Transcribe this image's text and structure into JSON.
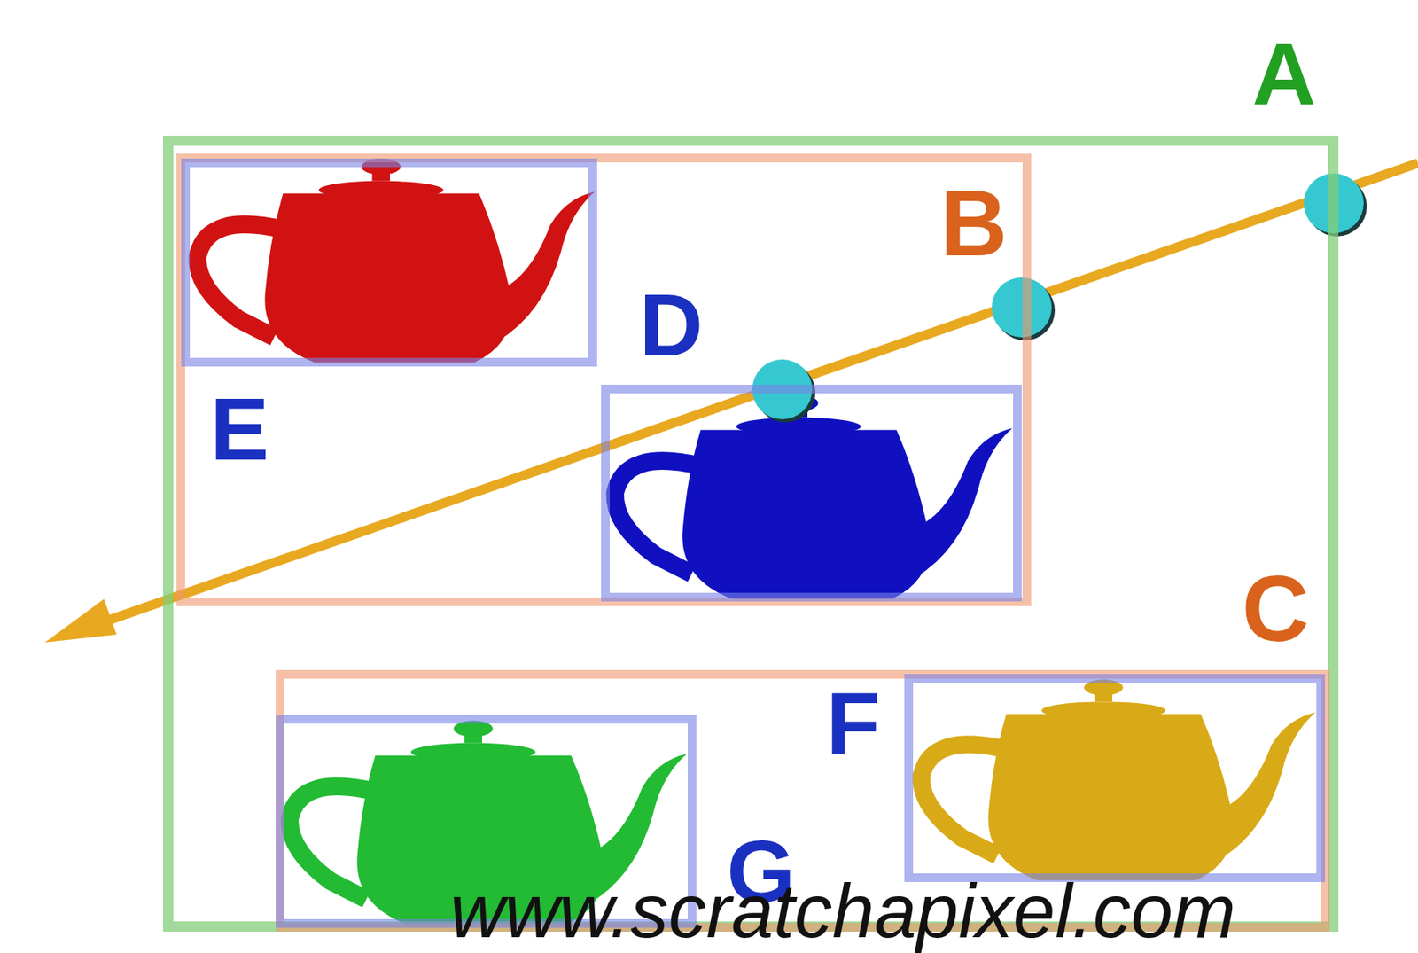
{
  "diagram": {
    "nodes": [
      {
        "text": [
          "A"
        ]
      },
      {
        "text": [
          "B"
        ],
        "in": 0
      },
      {
        "text": [
          "E"
        ],
        "in": 1
      },
      {
        "text": [
          "D"
        ],
        "in": 1
      },
      {
        "text": [
          "C"
        ],
        "in": 0
      },
      {
        "text": [
          "G"
        ],
        "in": 4
      },
      {
        "text": [
          "F"
        ],
        "in": 4
      }
    ],
    "labels": [
      "www.scratchapixel.com"
    ]
  }
}
